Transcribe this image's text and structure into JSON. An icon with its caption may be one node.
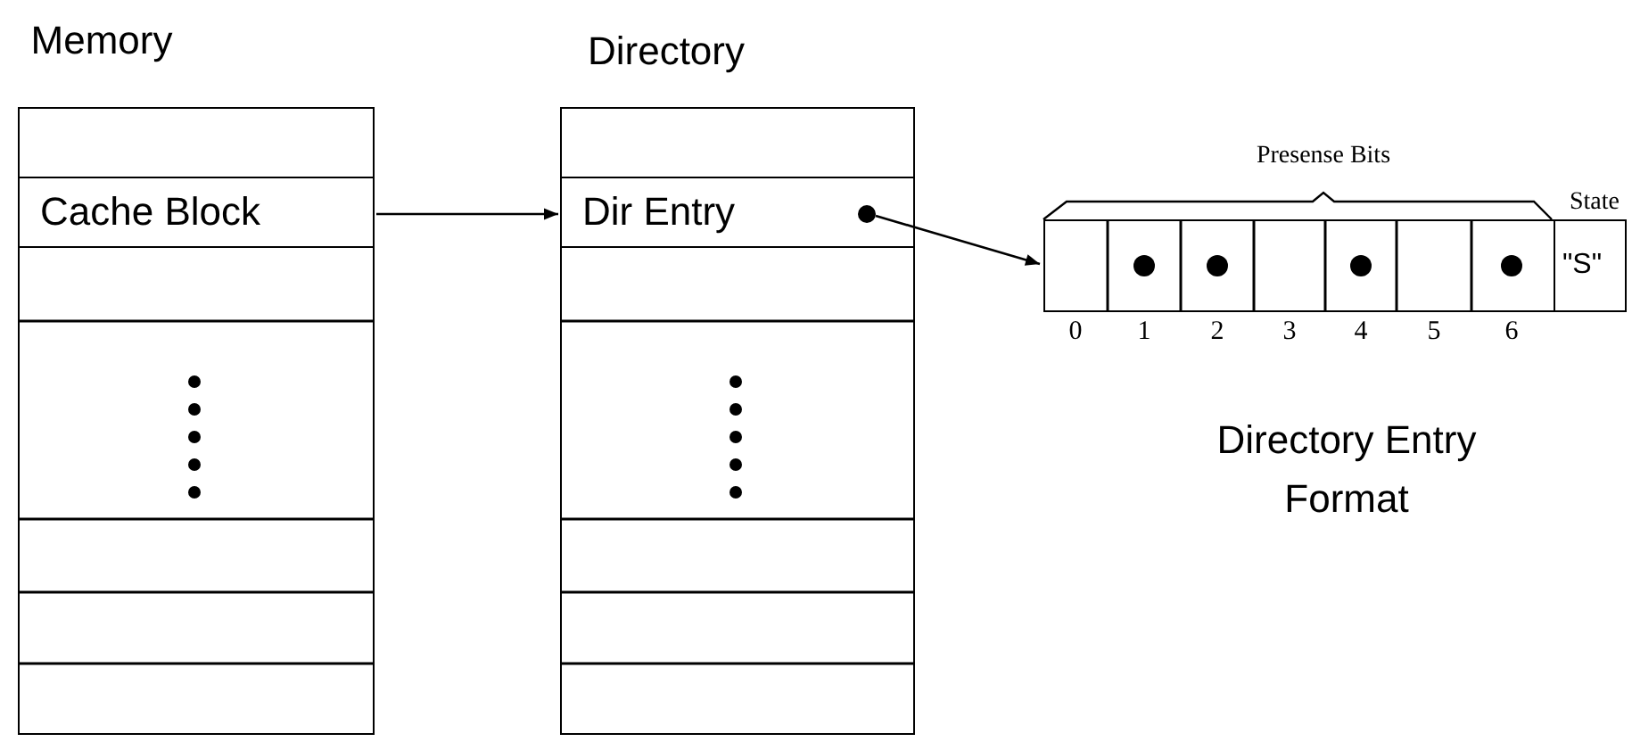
{
  "diagram": {
    "nodes": [
      {
        "text": [
          "Memory"
        ]
      },
      {
        "text": [
          "Cache Block"
        ],
        "in": 0
      },
      {
        "text": [
          "Directory"
        ]
      },
      {
        "text": [
          "Dir Entry"
        ],
        "in": 2
      },
      {
        "text": [],
        "shape": "box"
      },
      {
        "text": [
          "\"S\""
        ],
        "in": 4,
        "beside": [
          "State"
        ]
      }
    ],
    "edges": [
      {
        "from": 1,
        "to": 3,
        "arrow": "to"
      },
      {
        "from": 3,
        "to": 4,
        "arrow": "to"
      }
    ],
    "labels": [
      "Presense Bits",
      "0",
      "1",
      "2",
      "3",
      "4",
      "5",
      "6",
      "Directory Entry Format"
    ]
  }
}
